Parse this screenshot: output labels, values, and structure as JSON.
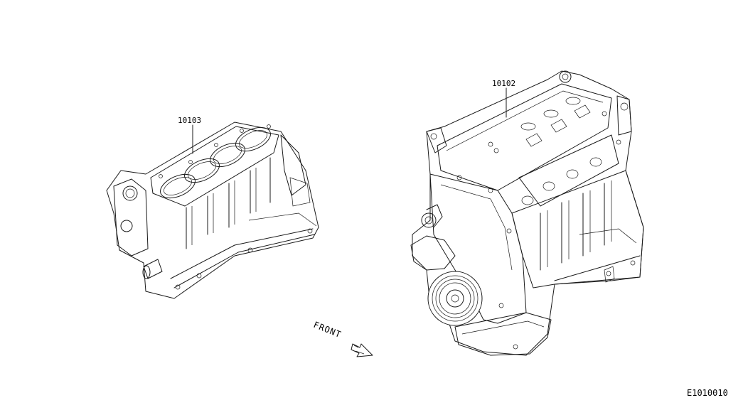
{
  "labels": {
    "block_part": "10103",
    "engine_part": "10102",
    "front": "FRONT",
    "diagram_code": "E1010010"
  }
}
